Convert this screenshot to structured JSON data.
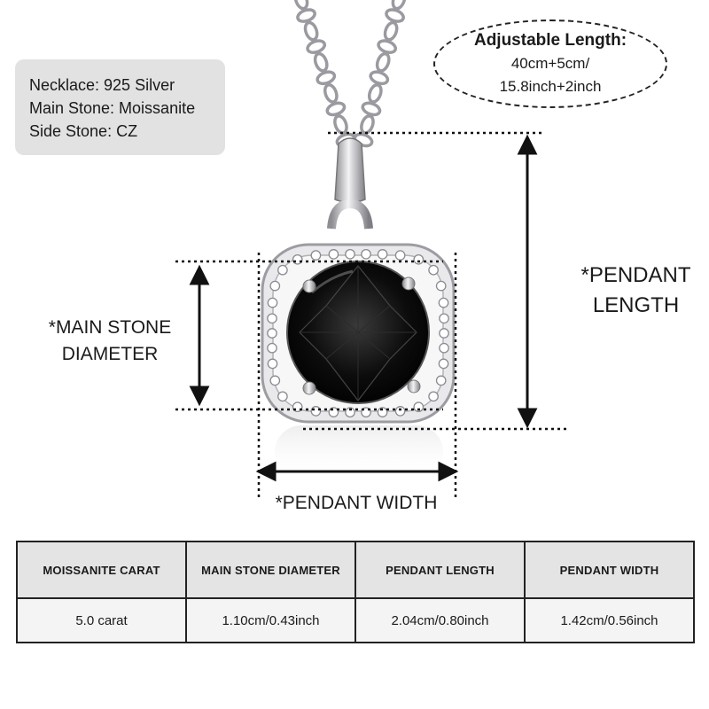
{
  "specs": {
    "lines": [
      "Necklace: 925 Silver",
      "Main Stone: Moissanite",
      "Side Stone: CZ"
    ]
  },
  "adjustable": {
    "title": "Adjustable Length:",
    "line1": "40cm+5cm/",
    "line2": "15.8inch+2inch"
  },
  "dimensions": {
    "main_stone_line1": "*MAIN STONE",
    "main_stone_line2": "DIAMETER",
    "pendant_length_line1": "*PENDANT",
    "pendant_length_line2": "LENGTH",
    "pendant_width": "*PENDANT WIDTH"
  },
  "colors": {
    "stone": "#0c0c0c",
    "metal": "#c8c8cc",
    "dim_line": "#111111"
  },
  "table": {
    "headers": [
      "MOISSANITE CARAT",
      "MAIN STONE DIAMETER",
      "PENDANT LENGTH",
      "PENDANT WIDTH"
    ],
    "values": [
      "5.0 carat",
      "1.10cm/0.43inch",
      "2.04cm/0.80inch",
      "1.42cm/0.56inch"
    ]
  }
}
